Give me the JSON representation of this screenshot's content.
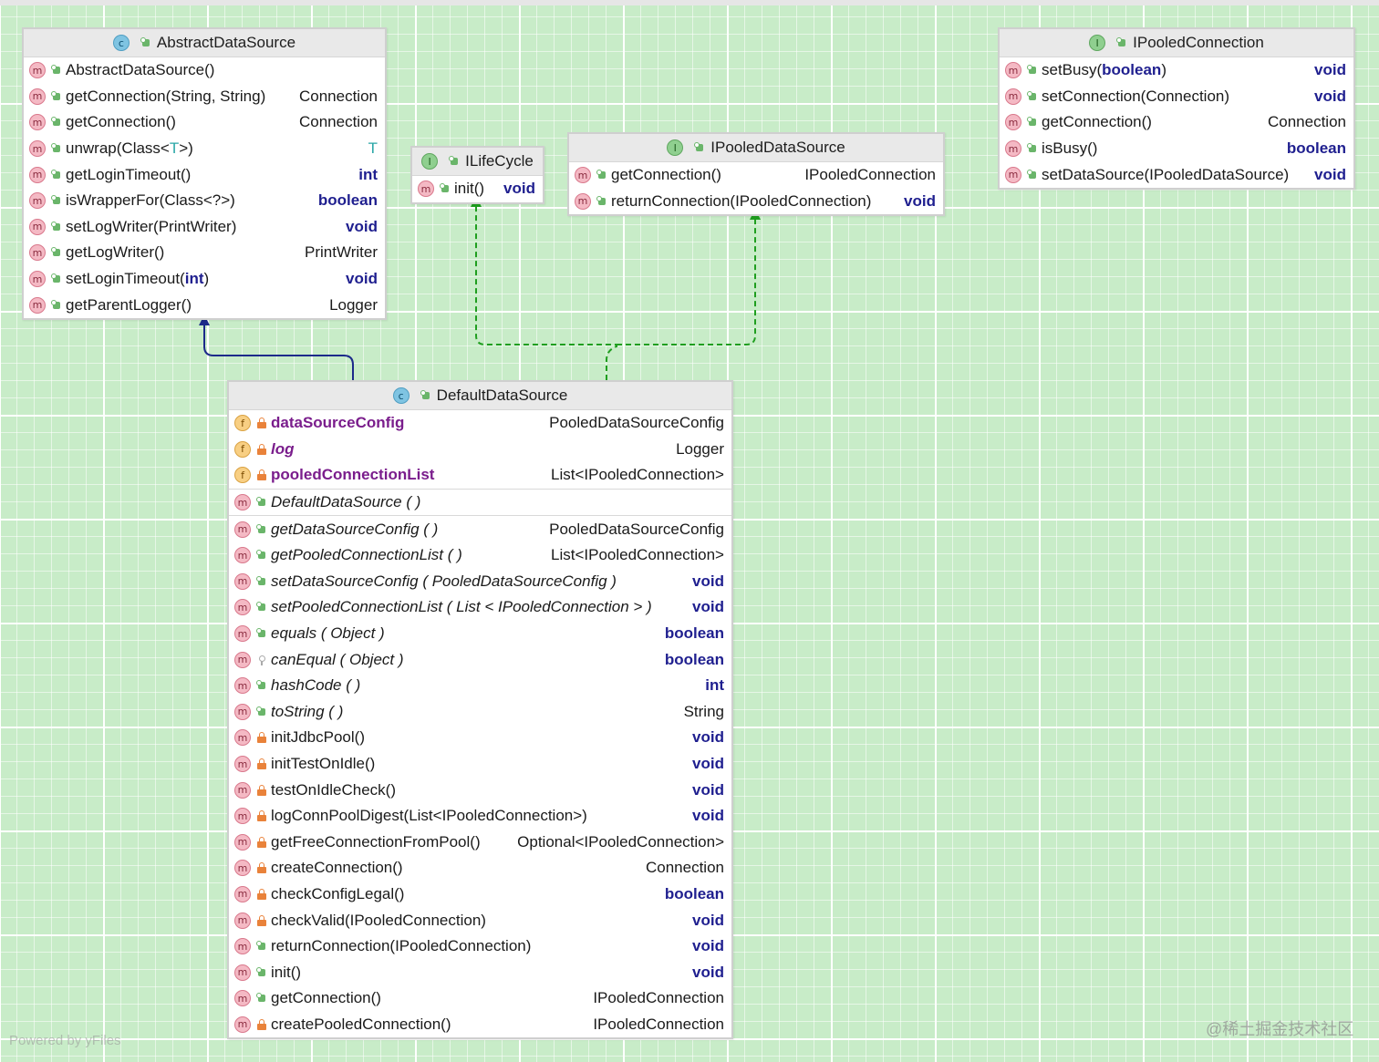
{
  "classes": {
    "abstract_data_source": {
      "title": "AbstractDataSource",
      "icon": "class-icon",
      "members": [
        {
          "kind": "m",
          "vis": "pub",
          "name": "AbstractDataSource()",
          "type": ""
        },
        {
          "kind": "m",
          "vis": "pub",
          "name": "getConnection(String, String)",
          "type": "Connection"
        },
        {
          "kind": "m",
          "vis": "pub",
          "name": "getConnection()",
          "type": "Connection"
        },
        {
          "kind": "m",
          "vis": "pub",
          "name_pre": "unwrap(Class<",
          "name_tp": "T",
          "name_post": ">)",
          "type": "T"
        },
        {
          "kind": "m",
          "vis": "pub",
          "name": "getLoginTimeout()",
          "type": "int"
        },
        {
          "kind": "m",
          "vis": "pub",
          "name": "isWrapperFor(Class<?>)",
          "type": "boolean"
        },
        {
          "kind": "m",
          "vis": "pub",
          "name": "setLogWriter(PrintWriter)",
          "type": "void"
        },
        {
          "kind": "m",
          "vis": "pub",
          "name": "getLogWriter()",
          "type": "PrintWriter"
        },
        {
          "kind": "m",
          "vis": "pub",
          "name_pre": "setLoginTimeout(",
          "name_kw": "int",
          "name_post": ")",
          "type": "void"
        },
        {
          "kind": "m",
          "vis": "pub",
          "name": "getParentLogger()",
          "type": "Logger"
        }
      ]
    },
    "ilifecycle": {
      "title": "ILifeCycle",
      "icon": "interface-icon",
      "members": [
        {
          "kind": "m",
          "vis": "pub",
          "name": "init()",
          "type": "void"
        }
      ]
    },
    "ipooled_data_source": {
      "title": "IPooledDataSource",
      "icon": "interface-icon",
      "members": [
        {
          "kind": "m",
          "vis": "pub",
          "name": "getConnection()",
          "type": "IPooledConnection"
        },
        {
          "kind": "m",
          "vis": "pub",
          "name": "returnConnection(IPooledConnection)",
          "type": "void"
        }
      ]
    },
    "ipooled_connection": {
      "title": "IPooledConnection",
      "icon": "interface-icon",
      "members": [
        {
          "kind": "m",
          "vis": "pub",
          "name_pre": "setBusy(",
          "name_kw": "boolean",
          "name_post": ")",
          "type": "void"
        },
        {
          "kind": "m",
          "vis": "pub",
          "name": "setConnection(Connection)",
          "type": "void"
        },
        {
          "kind": "m",
          "vis": "pub",
          "name": "getConnection()",
          "type": "Connection"
        },
        {
          "kind": "m",
          "vis": "pub",
          "name": "isBusy()",
          "type": "boolean"
        },
        {
          "kind": "m",
          "vis": "pub",
          "name": "setDataSource(IPooledDataSource)",
          "type": "void"
        }
      ]
    },
    "default_data_source": {
      "title": "DefaultDataSource",
      "icon": "class-icon",
      "members": [
        {
          "kind": "f",
          "vis": "priv",
          "name": "dataSourceConfig",
          "type": "PooledDataSourceConfig",
          "style": "field"
        },
        {
          "kind": "f",
          "vis": "priv",
          "name": "log",
          "type": "Logger",
          "style": "field-it"
        },
        {
          "kind": "f",
          "vis": "priv",
          "name": "pooledConnectionList",
          "type": "List<IPooledConnection>",
          "style": "field"
        },
        {
          "kind": "m",
          "vis": "pub",
          "name": "DefaultDataSource ( )",
          "type": "",
          "style": "it",
          "sep": true
        },
        {
          "kind": "m",
          "vis": "pub",
          "name": "getDataSourceConfig ( )",
          "type": "PooledDataSourceConfig",
          "style": "it",
          "sep": true
        },
        {
          "kind": "m",
          "vis": "pub",
          "name": "getPooledConnectionList ( )",
          "type": "List<IPooledConnection>",
          "style": "it"
        },
        {
          "kind": "m",
          "vis": "pub",
          "name": "setDataSourceConfig ( PooledDataSourceConfig )",
          "type": "void",
          "style": "it"
        },
        {
          "kind": "m",
          "vis": "pub",
          "name": "setPooledConnectionList ( List < IPooledConnection > )",
          "type": "void",
          "style": "it"
        },
        {
          "kind": "m",
          "vis": "pub",
          "name": "equals ( Object )",
          "type": "boolean",
          "style": "it"
        },
        {
          "kind": "m",
          "vis": "pkg",
          "name": "canEqual ( Object )",
          "type": "boolean",
          "style": "it"
        },
        {
          "kind": "m",
          "vis": "pub",
          "name": "hashCode ( )",
          "type": "int",
          "style": "it"
        },
        {
          "kind": "m",
          "vis": "pub",
          "name": "toString ( )",
          "type": "String",
          "style": "it"
        },
        {
          "kind": "m",
          "vis": "priv",
          "name": "initJdbcPool()",
          "type": "void"
        },
        {
          "kind": "m",
          "vis": "priv",
          "name": "initTestOnIdle()",
          "type": "void"
        },
        {
          "kind": "m",
          "vis": "priv",
          "name": "testOnIdleCheck()",
          "type": "void"
        },
        {
          "kind": "m",
          "vis": "priv",
          "name": "logConnPoolDigest(List<IPooledConnection>)",
          "type": "void"
        },
        {
          "kind": "m",
          "vis": "priv",
          "name": "getFreeConnectionFromPool()",
          "type": "Optional<IPooledConnection>"
        },
        {
          "kind": "m",
          "vis": "priv",
          "name": "createConnection()",
          "type": "Connection"
        },
        {
          "kind": "m",
          "vis": "priv",
          "name": "checkConfigLegal()",
          "type": "boolean"
        },
        {
          "kind": "m",
          "vis": "priv",
          "name": "checkValid(IPooledConnection)",
          "type": "void"
        },
        {
          "kind": "m",
          "vis": "pub",
          "name": "returnConnection(IPooledConnection)",
          "type": "void"
        },
        {
          "kind": "m",
          "vis": "pub",
          "name": "init()",
          "type": "void"
        },
        {
          "kind": "m",
          "vis": "pub",
          "name": "getConnection()",
          "type": "IPooledConnection"
        },
        {
          "kind": "m",
          "vis": "priv",
          "name": "createPooledConnection()",
          "type": "IPooledConnection"
        }
      ]
    }
  },
  "keywords": [
    "int",
    "boolean",
    "void"
  ],
  "icons": {
    "m": "m",
    "f": "f",
    "c": "c",
    "i": "I"
  },
  "colors": {
    "background": "#c8ecc8",
    "keyword": "#1f1f8f",
    "field": "#7a1d8c",
    "extends_edge": "#1c2a8a",
    "implements_edge": "#1f9e1f"
  },
  "watermarks": {
    "left": "Powered by yFiles",
    "right": "@稀土掘金技术社区"
  }
}
